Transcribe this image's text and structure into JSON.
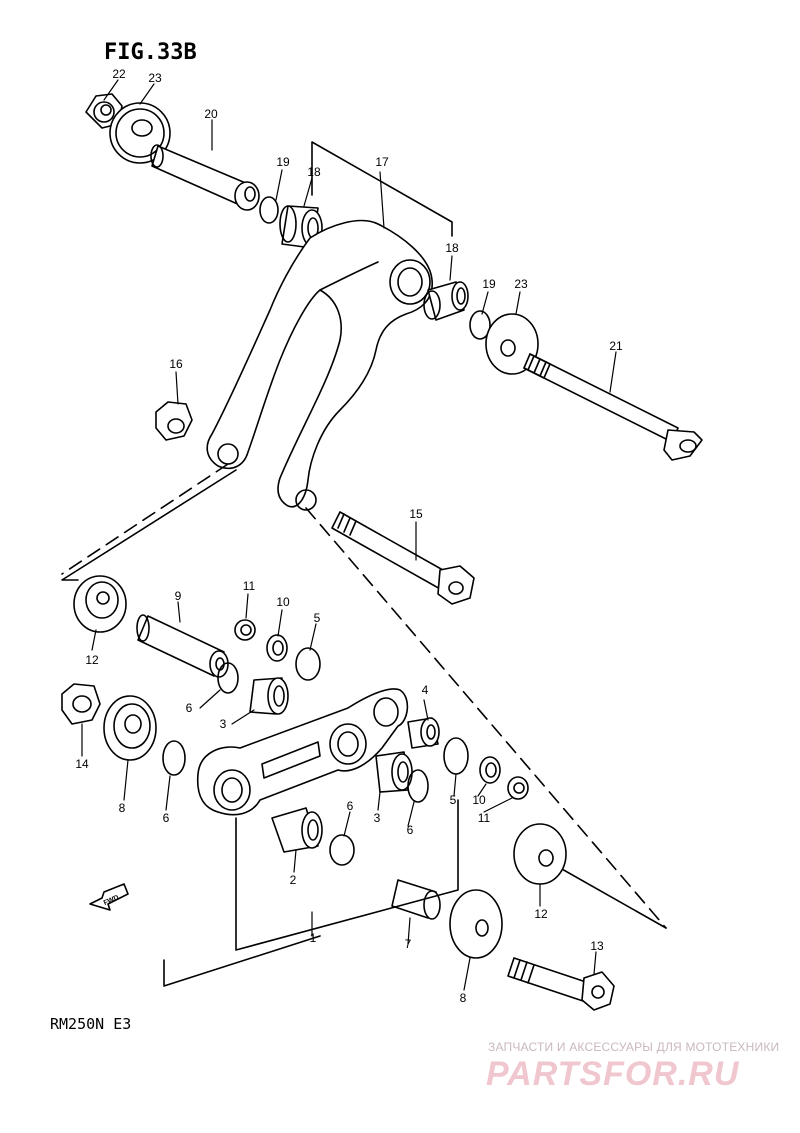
{
  "figure": {
    "title": "FIG.33B",
    "model": "RM250N E3",
    "fwd_marker": "FWD"
  },
  "callouts": [
    {
      "id": "c22",
      "label": "22"
    },
    {
      "id": "c23a",
      "label": "23"
    },
    {
      "id": "c20",
      "label": "20"
    },
    {
      "id": "c19a",
      "label": "19"
    },
    {
      "id": "c18a",
      "label": "18"
    },
    {
      "id": "c17",
      "label": "17"
    },
    {
      "id": "c18b",
      "label": "18"
    },
    {
      "id": "c19b",
      "label": "19"
    },
    {
      "id": "c23b",
      "label": "23"
    },
    {
      "id": "c21",
      "label": "21"
    },
    {
      "id": "c16",
      "label": "16"
    },
    {
      "id": "c15",
      "label": "15"
    },
    {
      "id": "c12a",
      "label": "12"
    },
    {
      "id": "c9",
      "label": "9"
    },
    {
      "id": "c11a",
      "label": "11"
    },
    {
      "id": "c10a",
      "label": "10"
    },
    {
      "id": "c5a",
      "label": "5"
    },
    {
      "id": "c6a",
      "label": "6"
    },
    {
      "id": "c3a",
      "label": "3"
    },
    {
      "id": "c4",
      "label": "4"
    },
    {
      "id": "c14",
      "label": "14"
    },
    {
      "id": "c8a",
      "label": "8"
    },
    {
      "id": "c6b",
      "label": "6"
    },
    {
      "id": "c3b",
      "label": "3"
    },
    {
      "id": "c6c",
      "label": "6"
    },
    {
      "id": "c5b",
      "label": "5"
    },
    {
      "id": "c10b",
      "label": "10"
    },
    {
      "id": "c11b",
      "label": "11"
    },
    {
      "id": "c6d",
      "label": "6"
    },
    {
      "id": "c2",
      "label": "2"
    },
    {
      "id": "c12b",
      "label": "12"
    },
    {
      "id": "c1",
      "label": "1"
    },
    {
      "id": "c7",
      "label": "7"
    },
    {
      "id": "c13",
      "label": "13"
    },
    {
      "id": "c8b",
      "label": "8"
    }
  ],
  "watermark": {
    "caption": "ЗАПЧАСТИ И АКСЕССУАРЫ ДЛЯ МОТОТЕХНИКИ",
    "logo_text": "PARTSFOR.RU"
  }
}
